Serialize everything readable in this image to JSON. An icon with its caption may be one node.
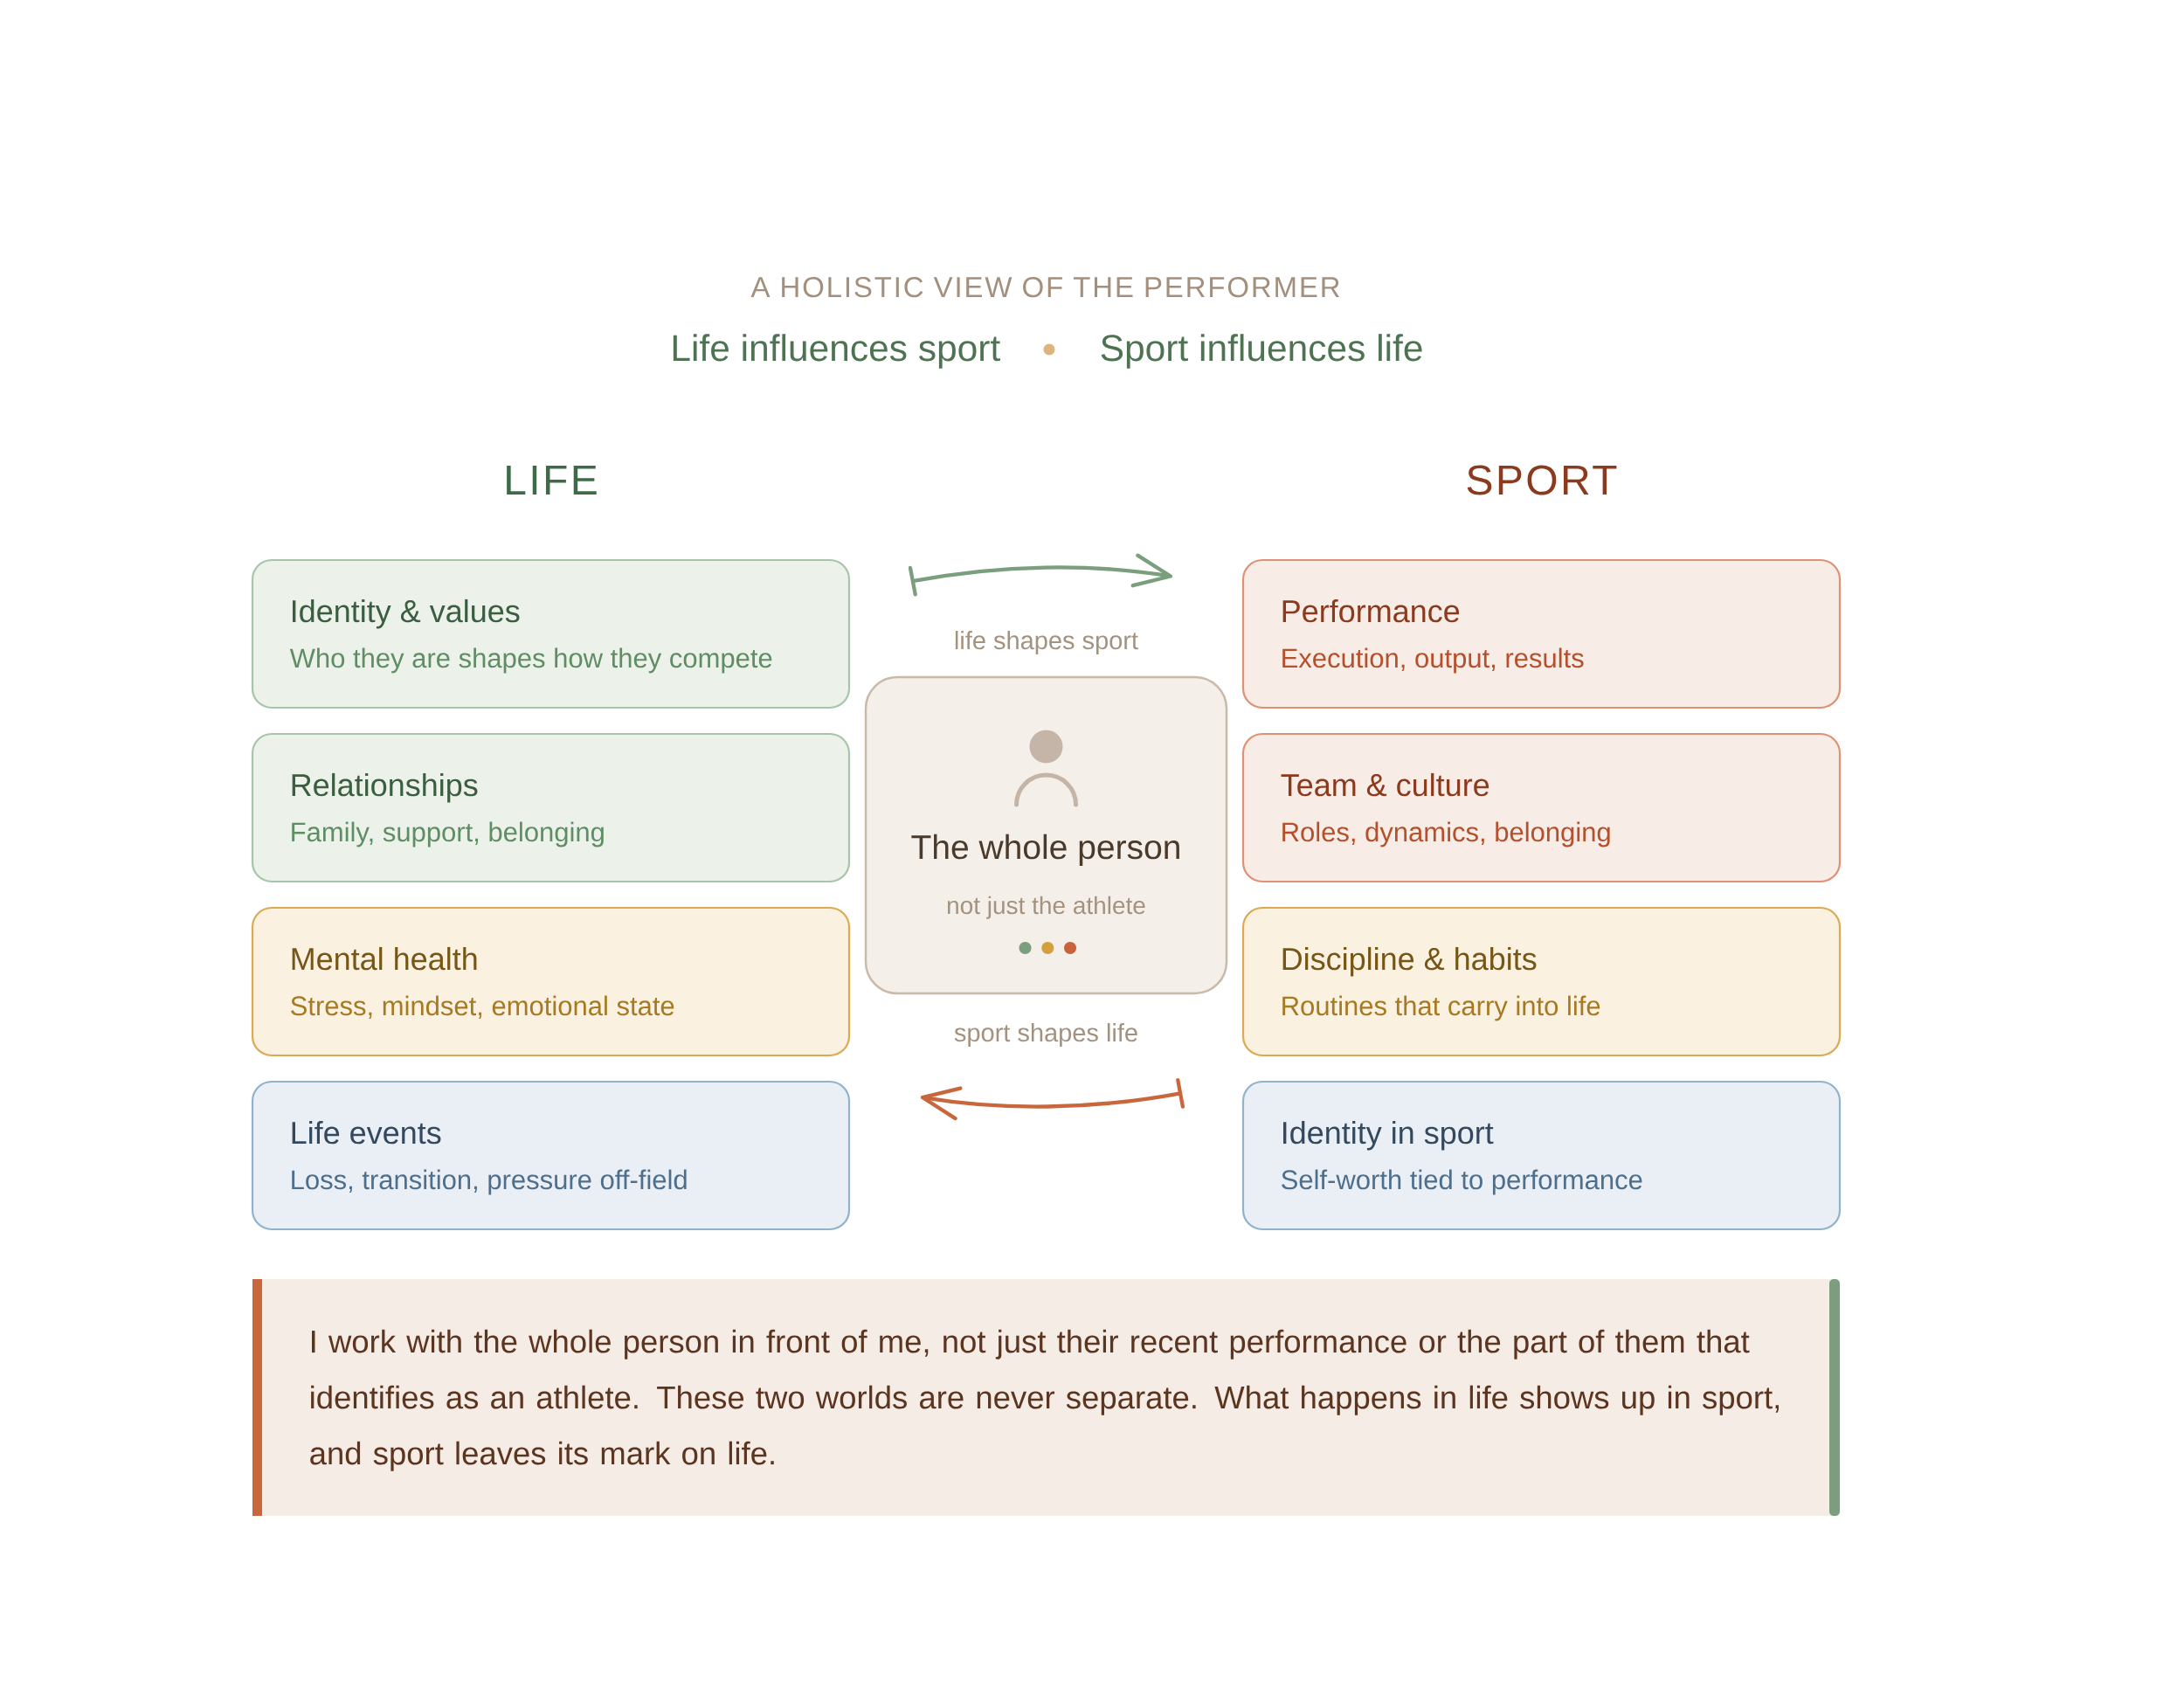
{
  "diagram": {
    "title": "A HOLISTIC VIEW OF THE PERFORMER",
    "nodes": [
      {
        "text": [
          "Identity & values",
          "Who they are shapes how they compete"
        ]
      },
      {
        "text": [
          "Relationships",
          "Family, support, belonging"
        ]
      },
      {
        "text": [
          "Mental health",
          "Stress, mindset, emotional state"
        ]
      },
      {
        "text": [
          "Life events",
          "Loss, transition, pressure off-field"
        ]
      },
      {
        "text": [
          "The whole person",
          "not just the athlete"
        ]
      },
      {
        "text": [
          "Performance",
          "Execution, output, results"
        ]
      },
      {
        "text": [
          "Team & culture",
          "Roles, dynamics, belonging"
        ]
      },
      {
        "text": [
          "Discipline & habits",
          "Routines that carry into life"
        ]
      },
      {
        "text": [
          "Identity in sport",
          "Self-worth tied to performance"
        ]
      },
      {
        "text": [
          "I work with the whole person in front of me, not just their recent performance or the part of them that identifies as an athlete. These two worlds are never separate. What happens in life shows up in sport, and sport leaves its mark on life."
        ]
      }
    ],
    "edges": [
      {
        "from": 0,
        "to": 5,
        "arrow": "to",
        "label": "life shapes sport",
        "color": "#7a9e7e"
      },
      {
        "from": 8,
        "to": 3,
        "arrow": "to",
        "label": "sport shapes life",
        "color": "#c8673c"
      }
    ],
    "labels": [
      "Life influences sport",
      "Sport influences life",
      "LIFE",
      "SPORT"
    ]
  }
}
